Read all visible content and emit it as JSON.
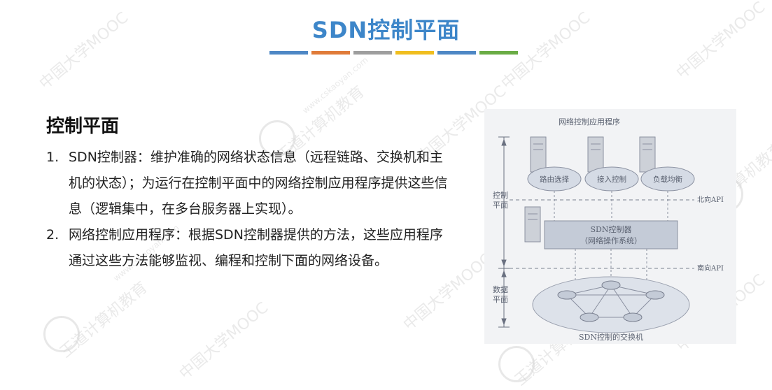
{
  "header": {
    "title": "SDN控制平面",
    "accent_colors": [
      "#4e87c5",
      "#e07b39",
      "#9e9e9e",
      "#f0be1f",
      "#4e87c5",
      "#6aac45"
    ]
  },
  "main": {
    "heading": "控制平面",
    "items": [
      {
        "number": "1.",
        "text": "SDN控制器：维护准确的网络状态信息（远程链路、交换机和主机的状态）；为运行在控制平面中的网络控制应用程序提供这些信息（逻辑集中，在多台服务器上实现）。"
      },
      {
        "number": "2.",
        "text": "网络控制应用程序：根据SDN控制器提供的方法，这些应用程序通过这些方法能够监视、编程和控制下面的网络设备。"
      }
    ]
  },
  "figure": {
    "app_title": "网络控制应用程序",
    "apps": [
      "路由选择",
      "接入控制",
      "负载均衡"
    ],
    "control_plane_label": [
      "控制",
      "平面"
    ],
    "northbound_api": "北向API",
    "controller_line1": "SDN控制器",
    "controller_line2": "（网络操作系统）",
    "southbound_api": "南向API",
    "data_plane_label": [
      "数据",
      "平面"
    ],
    "switches_label": "SDN控制的交换机"
  },
  "watermarks": {
    "text_a": "中国大学MOOC",
    "text_b": "王道计算机教育",
    "text_c": "www.cskaoyan.com"
  }
}
